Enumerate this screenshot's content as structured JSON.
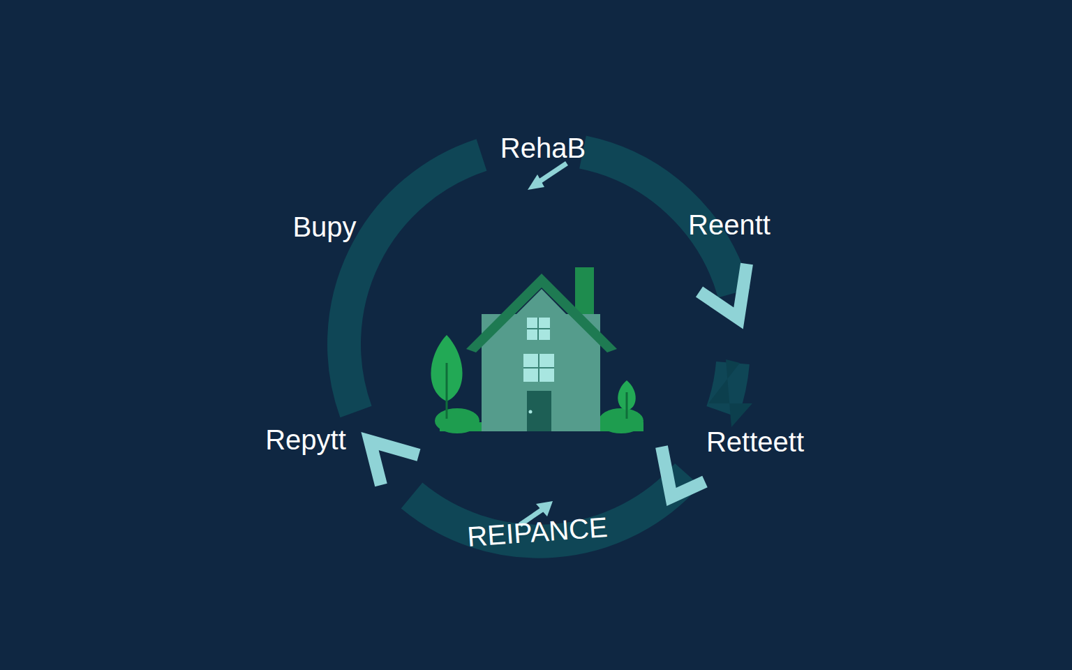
{
  "diagram": {
    "labels": [
      "RehaB",
      "Bupy",
      "Reentt",
      "Repytt",
      "Retteett",
      "REIPANCE"
    ]
  }
}
